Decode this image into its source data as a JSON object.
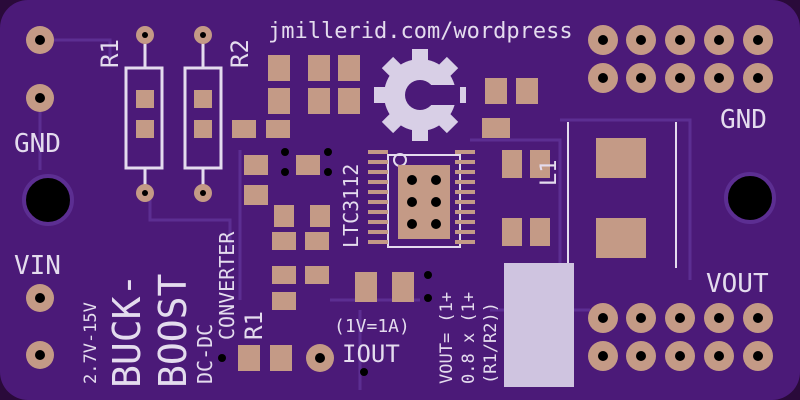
{
  "board": {
    "url": "jmillerid.com/wordpress",
    "labels": {
      "r1_top": "R1",
      "r2_top": "R2",
      "gnd_left": "GND",
      "gnd_right": "GND",
      "vin": "VIN",
      "vin_range": "2.7V-15V",
      "buck": "BUCK-",
      "boost": "BOOST",
      "dcdc": "DC-DC",
      "converter": "CONVERTER",
      "r1_bottom": "R1",
      "chip": "LTC3112",
      "l1": "L1",
      "iout_scale": "(1V=1A)",
      "iout": "IOUT",
      "formula1": "VOUT= (1+",
      "formula2": "0.8 x (1+",
      "formula3": "(R1/R2))",
      "vout": "VOUT"
    }
  },
  "colors": {
    "board": "#4b1a78",
    "trace": "#5a2a8a",
    "pad": "#c49a86",
    "silk": "#e4dcee",
    "hole": "#000000",
    "mask_label": "#cfc4e0"
  }
}
